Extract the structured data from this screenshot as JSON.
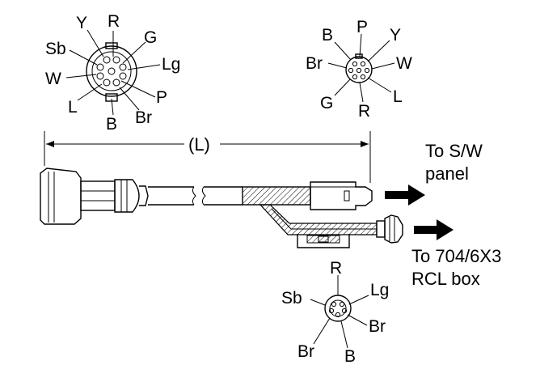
{
  "connector_top_left": {
    "pins": [
      "Y",
      "R",
      "G",
      "Sb",
      "Lg",
      "W",
      "L",
      "P",
      "B",
      "Br"
    ]
  },
  "connector_top_right": {
    "pins": [
      "B",
      "P",
      "Y",
      "Br",
      "W",
      "G",
      "L",
      "R"
    ]
  },
  "connector_bottom": {
    "pins": [
      "R",
      "Sb",
      "Lg",
      "Br",
      "Br",
      "B"
    ]
  },
  "dimension": {
    "label": "(L)"
  },
  "outputs": {
    "sw_panel": [
      "To S/W",
      "panel"
    ],
    "rcl_box": [
      "To 704/6X3",
      "RCL box"
    ]
  },
  "colors": {
    "ink": "#000000",
    "hatch": "#000000",
    "background": "#ffffff"
  }
}
